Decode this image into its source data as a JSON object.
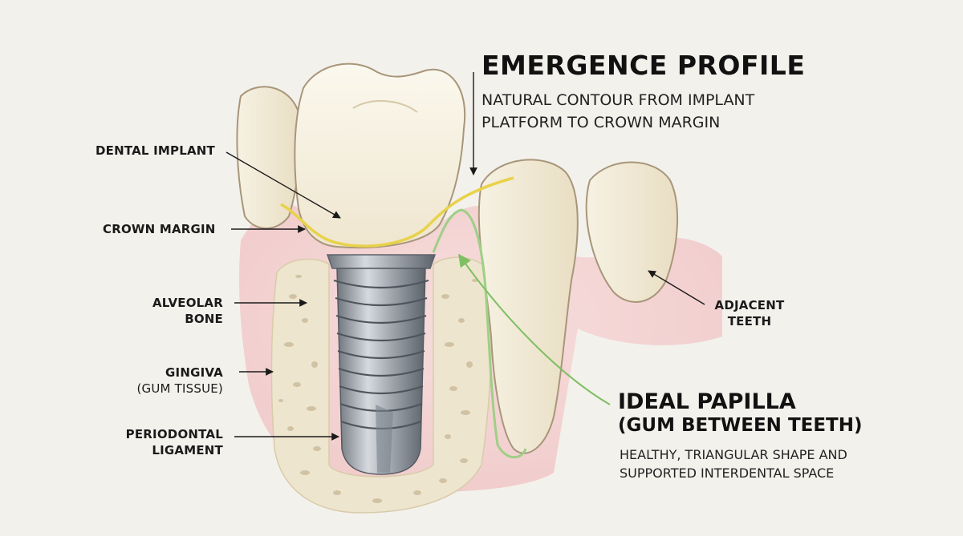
{
  "labels": {
    "emergence_profile": {
      "title": "EMERGENCE PROFILE",
      "line1": "NATURAL CONTOUR FROM IMPLANT",
      "line2": "PLATFORM TO CROWN MARGIN"
    },
    "dental_implant": "DENTAL IMPLANT",
    "crown_margin": "CROWN MARGIN",
    "alveolar_bone": {
      "line1": "ALVEOLAR",
      "line2": "BONE"
    },
    "gingiva": {
      "line1": "GINGIVA",
      "line2": "(GUM TISSUE)"
    },
    "periodontal_ligament": {
      "line1": "PERIODONTAL",
      "line2": "LIGAMENT"
    },
    "adjacent_teeth": {
      "line1": "ADJACENT",
      "line2": "TEETH"
    },
    "ideal_papilla": {
      "title_line1": "IDEAL PAPILLA",
      "title_line2": "(GUM BETWEEN TEETH)",
      "line1": "HEALTHY, TRIANGULAR SHAPE AND",
      "line2": "SUPPORTED INTERDENTAL SPACE"
    }
  },
  "colors": {
    "background": "#f3f1ec",
    "enamel": "#f4efdf",
    "enamel_outline": "#a8967a",
    "gum": "#f1cccc",
    "bone": "#eee5cf",
    "bone_dots": "#cbbd9c",
    "implant_metal": "#9aa0a6",
    "crown_margin_line": "#e8d24a",
    "papilla_line": "#9fcf86"
  }
}
